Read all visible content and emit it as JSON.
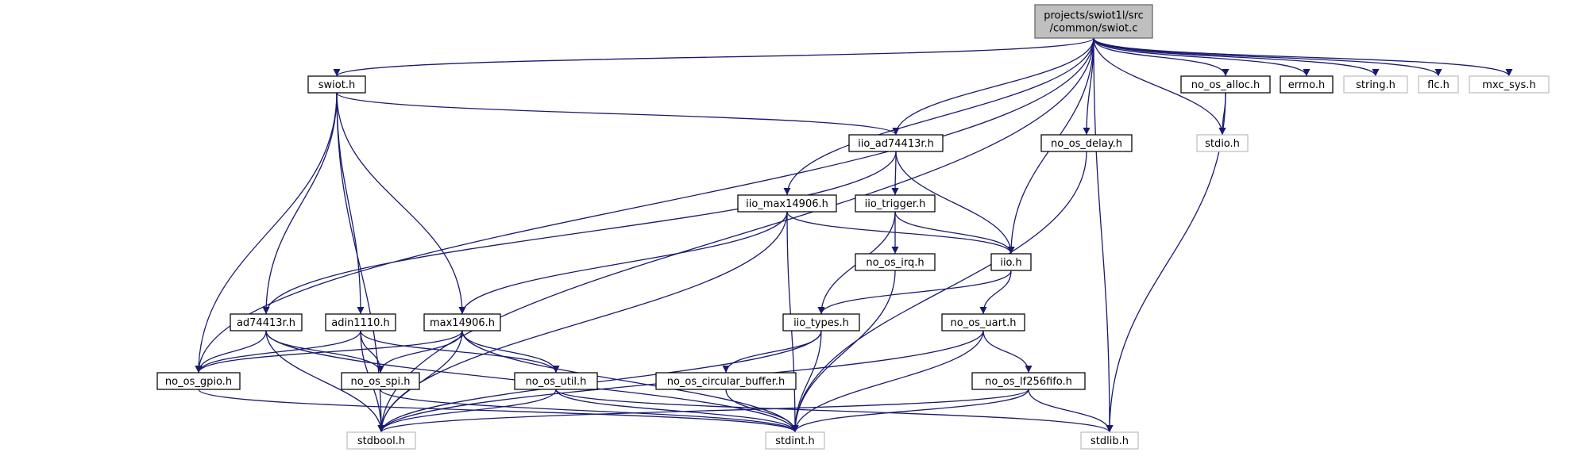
{
  "edge_color": "#191970",
  "root_fill": "#bfbfbf",
  "external_border": "#bfbfbf",
  "nodes": [
    {
      "id": "root",
      "label": [
        "projects/swiot1l/src",
        "/common/swiot.c"
      ],
      "kind": "root"
    },
    {
      "id": "swiot_h",
      "label": [
        "swiot.h"
      ],
      "kind": "doc"
    },
    {
      "id": "iio_ad74413r_h",
      "label": [
        "iio_ad74413r.h"
      ],
      "kind": "doc"
    },
    {
      "id": "no_os_delay_h",
      "label": [
        "no_os_delay.h"
      ],
      "kind": "doc"
    },
    {
      "id": "no_os_alloc_h",
      "label": [
        "no_os_alloc.h"
      ],
      "kind": "doc"
    },
    {
      "id": "errno_h",
      "label": [
        "errno.h"
      ],
      "kind": "doc"
    },
    {
      "id": "string_h",
      "label": [
        "string.h"
      ],
      "kind": "ext"
    },
    {
      "id": "flc_h",
      "label": [
        "flc.h"
      ],
      "kind": "ext"
    },
    {
      "id": "mxc_sys_h",
      "label": [
        "mxc_sys.h"
      ],
      "kind": "ext"
    },
    {
      "id": "stdio_h",
      "label": [
        "stdio.h"
      ],
      "kind": "ext"
    },
    {
      "id": "iio_max14906_h",
      "label": [
        "iio_max14906.h"
      ],
      "kind": "doc"
    },
    {
      "id": "iio_trigger_h",
      "label": [
        "iio_trigger.h"
      ],
      "kind": "doc"
    },
    {
      "id": "iio_h",
      "label": [
        "iio.h"
      ],
      "kind": "doc"
    },
    {
      "id": "no_os_irq_h",
      "label": [
        "no_os_irq.h"
      ],
      "kind": "doc"
    },
    {
      "id": "ad74413r_h",
      "label": [
        "ad74413r.h"
      ],
      "kind": "doc"
    },
    {
      "id": "adin1110_h",
      "label": [
        "adin1110.h"
      ],
      "kind": "doc"
    },
    {
      "id": "max14906_h",
      "label": [
        "max14906.h"
      ],
      "kind": "doc"
    },
    {
      "id": "iio_types_h",
      "label": [
        "iio_types.h"
      ],
      "kind": "doc"
    },
    {
      "id": "no_os_uart_h",
      "label": [
        "no_os_uart.h"
      ],
      "kind": "doc"
    },
    {
      "id": "no_os_gpio_h",
      "label": [
        "no_os_gpio.h"
      ],
      "kind": "doc"
    },
    {
      "id": "no_os_spi_h",
      "label": [
        "no_os_spi.h"
      ],
      "kind": "doc"
    },
    {
      "id": "no_os_util_h",
      "label": [
        "no_os_util.h"
      ],
      "kind": "doc"
    },
    {
      "id": "no_os_circular_buffer_h",
      "label": [
        "no_os_circular_buffer.h"
      ],
      "kind": "doc"
    },
    {
      "id": "no_os_lf256fifo_h",
      "label": [
        "no_os_lf256fifo.h"
      ],
      "kind": "doc"
    },
    {
      "id": "stdbool_h",
      "label": [
        "stdbool.h"
      ],
      "kind": "ext"
    },
    {
      "id": "stdint_h",
      "label": [
        "stdint.h"
      ],
      "kind": "ext"
    },
    {
      "id": "stdlib_h",
      "label": [
        "stdlib.h"
      ],
      "kind": "ext"
    }
  ],
  "edges": [
    [
      "root",
      "swiot_h"
    ],
    [
      "root",
      "iio_ad74413r_h"
    ],
    [
      "root",
      "iio_max14906_h"
    ],
    [
      "root",
      "iio_h"
    ],
    [
      "root",
      "no_os_delay_h"
    ],
    [
      "root",
      "no_os_alloc_h"
    ],
    [
      "root",
      "errno_h"
    ],
    [
      "root",
      "string_h"
    ],
    [
      "root",
      "flc_h"
    ],
    [
      "root",
      "mxc_sys_h"
    ],
    [
      "root",
      "stdio_h"
    ],
    [
      "root",
      "stdlib_h"
    ],
    [
      "root",
      "stdbool_h"
    ],
    [
      "root",
      "no_os_gpio_h"
    ],
    [
      "swiot_h",
      "iio_ad74413r_h"
    ],
    [
      "swiot_h",
      "ad74413r_h"
    ],
    [
      "swiot_h",
      "adin1110_h"
    ],
    [
      "swiot_h",
      "max14906_h"
    ],
    [
      "swiot_h",
      "no_os_gpio_h"
    ],
    [
      "swiot_h",
      "stdbool_h"
    ],
    [
      "iio_ad74413r_h",
      "iio_trigger_h"
    ],
    [
      "iio_ad74413r_h",
      "iio_h"
    ],
    [
      "iio_ad74413r_h",
      "ad74413r_h"
    ],
    [
      "iio_max14906_h",
      "iio_h"
    ],
    [
      "iio_max14906_h",
      "max14906_h"
    ],
    [
      "iio_max14906_h",
      "stdbool_h"
    ],
    [
      "iio_max14906_h",
      "stdint_h"
    ],
    [
      "iio_trigger_h",
      "iio_h"
    ],
    [
      "iio_trigger_h",
      "no_os_irq_h"
    ],
    [
      "iio_trigger_h",
      "iio_types_h"
    ],
    [
      "iio_h",
      "iio_types_h"
    ],
    [
      "iio_h",
      "no_os_uart_h"
    ],
    [
      "no_os_irq_h",
      "stdint_h"
    ],
    [
      "no_os_delay_h",
      "stdint_h"
    ],
    [
      "no_os_alloc_h",
      "stdio_h"
    ],
    [
      "no_os_alloc_h",
      "stdlib_h"
    ],
    [
      "ad74413r_h",
      "no_os_gpio_h"
    ],
    [
      "ad74413r_h",
      "no_os_spi_h"
    ],
    [
      "ad74413r_h",
      "stdbool_h"
    ],
    [
      "ad74413r_h",
      "stdint_h"
    ],
    [
      "adin1110_h",
      "no_os_gpio_h"
    ],
    [
      "adin1110_h",
      "no_os_spi_h"
    ],
    [
      "adin1110_h",
      "no_os_util_h"
    ],
    [
      "adin1110_h",
      "stdbool_h"
    ],
    [
      "max14906_h",
      "no_os_gpio_h"
    ],
    [
      "max14906_h",
      "no_os_spi_h"
    ],
    [
      "max14906_h",
      "no_os_util_h"
    ],
    [
      "max14906_h",
      "stdbool_h"
    ],
    [
      "max14906_h",
      "stdint_h"
    ],
    [
      "iio_types_h",
      "no_os_circular_buffer_h"
    ],
    [
      "iio_types_h",
      "stdint_h"
    ],
    [
      "iio_types_h",
      "stdbool_h"
    ],
    [
      "no_os_uart_h",
      "no_os_lf256fifo_h"
    ],
    [
      "no_os_uart_h",
      "stdint_h"
    ],
    [
      "no_os_uart_h",
      "stdbool_h"
    ],
    [
      "no_os_gpio_h",
      "stdint_h"
    ],
    [
      "no_os_spi_h",
      "stdint_h"
    ],
    [
      "no_os_util_h",
      "stdbool_h"
    ],
    [
      "no_os_util_h",
      "stdint_h"
    ],
    [
      "no_os_util_h",
      "stdlib_h"
    ],
    [
      "no_os_circular_buffer_h",
      "stdint_h"
    ],
    [
      "no_os_lf256fifo_h",
      "stdint_h"
    ],
    [
      "no_os_lf256fifo_h",
      "stdbool_h"
    ],
    [
      "no_os_lf256fifo_h",
      "stdlib_h"
    ]
  ]
}
